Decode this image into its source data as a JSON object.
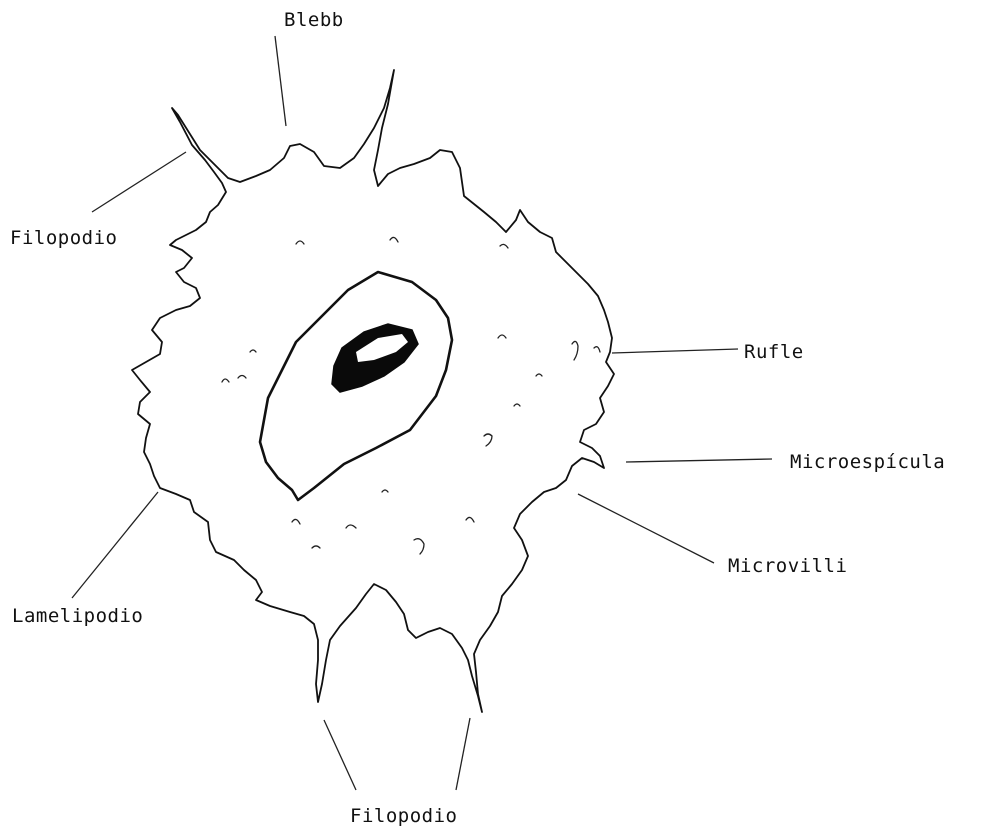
{
  "labels": {
    "blebb": "Blebb",
    "filopodio_left": "Filopodio",
    "rufle": "Rufle",
    "microespicula": "Microespícula",
    "microvilli": "Microvilli",
    "lamelipodio": "Lamelipodio",
    "filopodio_bottom": "Filopodio"
  },
  "colors": {
    "ink": "#111111",
    "background": "#ffffff"
  }
}
